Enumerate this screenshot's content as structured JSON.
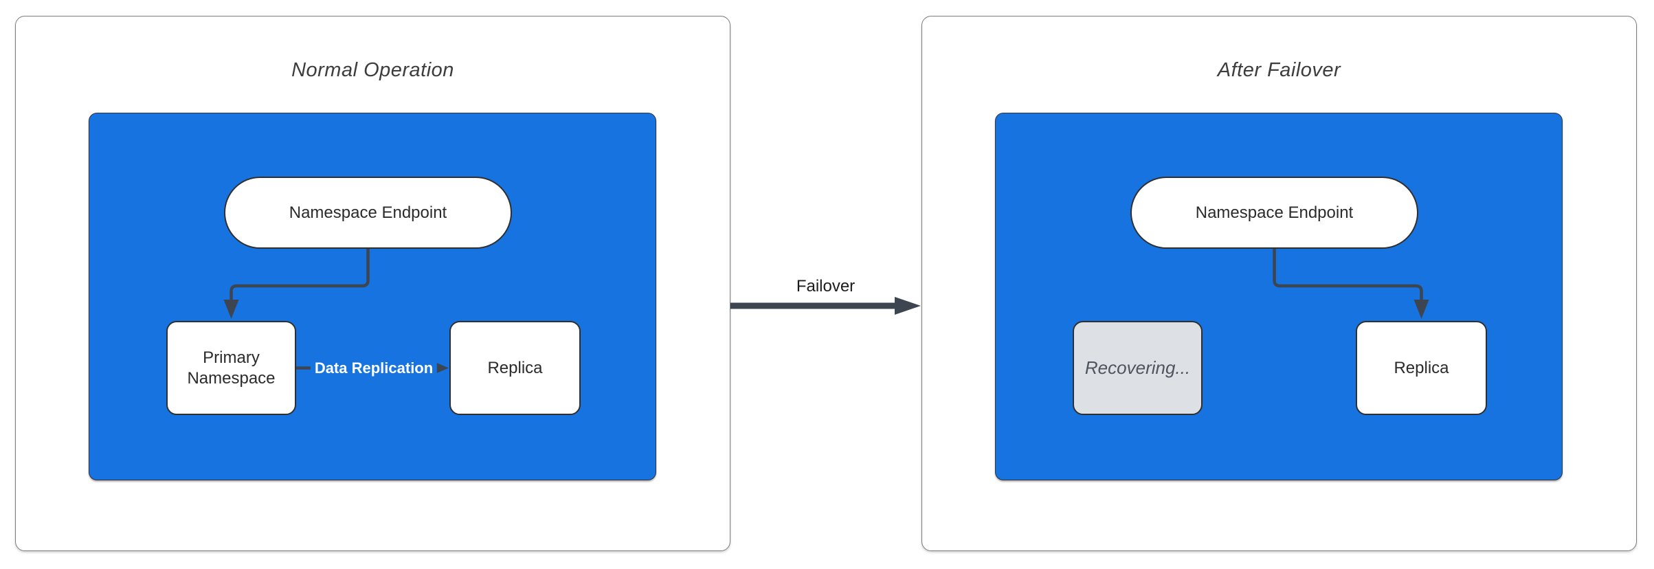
{
  "diagram": {
    "failover_label": "Failover",
    "panels": [
      {
        "title": "Normal Operation",
        "endpoint_label": "Namespace Endpoint",
        "left_node_label": "Primary Namespace",
        "left_node_state": "active",
        "right_node_label": "Replica",
        "replication_label": "Data Replication"
      },
      {
        "title": "After Failover",
        "endpoint_label": "Namespace Endpoint",
        "left_node_label": "Recovering...",
        "left_node_state": "recovering",
        "right_node_label": "Replica"
      }
    ],
    "colors": {
      "cluster-fill": "#1673e0",
      "cluster-border": "#2e3440",
      "edge": "#3d4551",
      "node-border": "#2f2f2f",
      "node-fill": "#ffffff",
      "recovering-fill": "#dde0e4",
      "recovering-text": "#4d545e",
      "title-text": "#3d3d3d",
      "node-text": "#2b2b2b",
      "edge-label-text": "#ffffff",
      "panel-border": "#7d7d7d"
    }
  }
}
